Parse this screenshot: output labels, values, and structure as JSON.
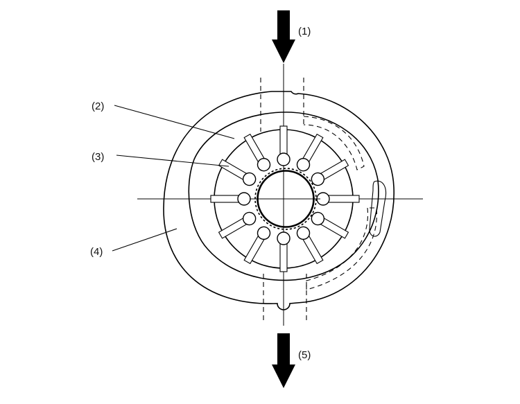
{
  "diagram": {
    "labels": {
      "arrow_top": "(1)",
      "vane": "(2)",
      "rotor": "(3)",
      "housing": "(4)",
      "arrow_bottom": "(5)"
    },
    "colors": {
      "stroke": "#000000",
      "background": "#ffffff"
    }
  }
}
